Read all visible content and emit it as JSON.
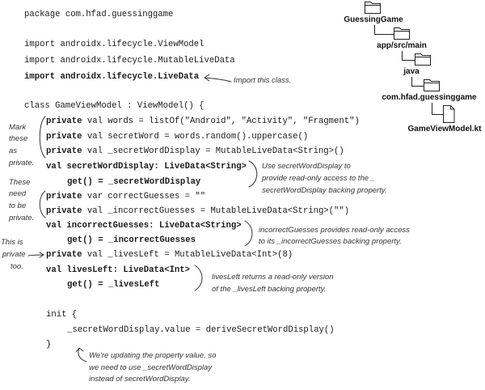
{
  "code": {
    "package": "package com.hfad.guessinggame",
    "imports": [
      {
        "text": "import androidx.lifecycle.ViewModel"
      },
      {
        "text": "import androidx.lifecycle.MutableLiveData"
      },
      {
        "bold": "import androidx.lifecycle.LiveData"
      }
    ],
    "class_header": "class GameViewModel : ViewModel() {",
    "members": [
      {
        "bold": "private",
        "text": " val words = listOf(\"Android\", \"Activity\", \"Fragment\")"
      },
      {
        "bold": "private",
        "text": " val secretWord = words.random().uppercase()"
      },
      {
        "bold": "private",
        "text": " val _secretWordDisplay = MutableLiveData<String>()"
      },
      {
        "bold": "val secretWordDisplay: LiveData<String>"
      },
      {
        "bold": "get() = _secretWordDisplay"
      },
      {
        "bold": "private",
        "text": " var correctGuesses = \"\""
      },
      {
        "bold": "private",
        "text": " val _incorrectGuesses = MutableLiveData<String>(\"\")"
      },
      {
        "bold": "val incorrectGuesses: LiveData<String>"
      },
      {
        "bold": "get() = _incorrectGuesses"
      },
      {
        "bold": "private",
        "text": " val _livesLeft = MutableLiveData<Int>(8)"
      },
      {
        "bold": "val livesLeft: LiveData<Int>"
      },
      {
        "bold": "get() = _livesLeft"
      }
    ],
    "init_open": "init {",
    "init_body": "_secretWordDisplay.value = deriveSecretWordDisplay()",
    "init_close": "}"
  },
  "annotations": {
    "import_note": "Import this class.",
    "mark_private_note": [
      "Mark",
      "these",
      "as",
      "private."
    ],
    "need_private_note": [
      "These",
      "need",
      "to be",
      "private."
    ],
    "private_too_note": [
      "This is",
      "private",
      "too."
    ],
    "secret_word_display_note": [
      "Use secretWordDisplay to",
      "provide read-only access to the _",
      "secretWordDisplay backing property."
    ],
    "incorrect_guesses_note": [
      "incorrectGuesses provides read-only access",
      "to its _incorrectGuesses backing property."
    ],
    "lives_left_note": [
      "livesLeft returns a read-only version",
      "of the _livesLeft backing property."
    ],
    "init_note": [
      "We're updating the property value, so",
      "we need to use _secretWordDisplay",
      "instead of secretWordDisplay."
    ]
  },
  "project_tree": [
    {
      "label": "GuessingGame",
      "icon": "folder-icon"
    },
    {
      "label": "app/src/main",
      "icon": "folder-icon"
    },
    {
      "label": "java",
      "icon": "folder-icon"
    },
    {
      "label": "com.hfad.guessinggame",
      "icon": "folder-icon"
    },
    {
      "label": "GameViewModel.kt",
      "icon": "file-icon"
    }
  ],
  "colors": {
    "background": "#ffffff",
    "code_text": "#1a1a1a",
    "annotation_text": "#333333"
  }
}
